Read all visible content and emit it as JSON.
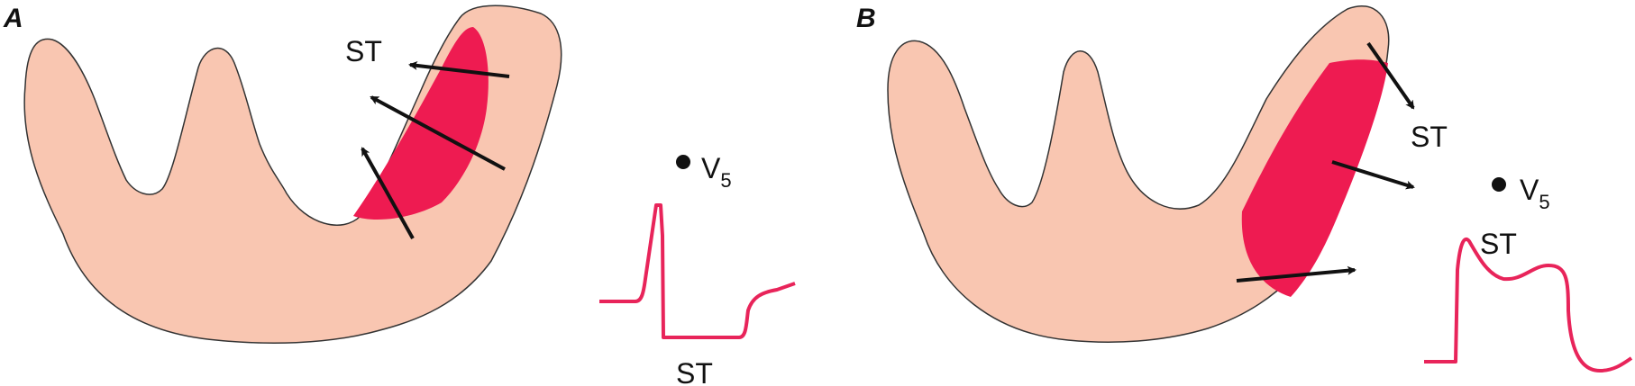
{
  "panels": {
    "a": {
      "letter": "A",
      "st_top": "ST",
      "st_bottom": "ST",
      "lead": "V",
      "lead_sub": "5"
    },
    "b": {
      "letter": "B",
      "st_right": "ST",
      "st_wave": "ST",
      "lead": "V",
      "lead_sub": "5"
    }
  },
  "colors": {
    "myocardium": "#f9c6b1",
    "injury": "#ee1b51",
    "ecg": "#e8245a",
    "arrow": "#111111"
  }
}
